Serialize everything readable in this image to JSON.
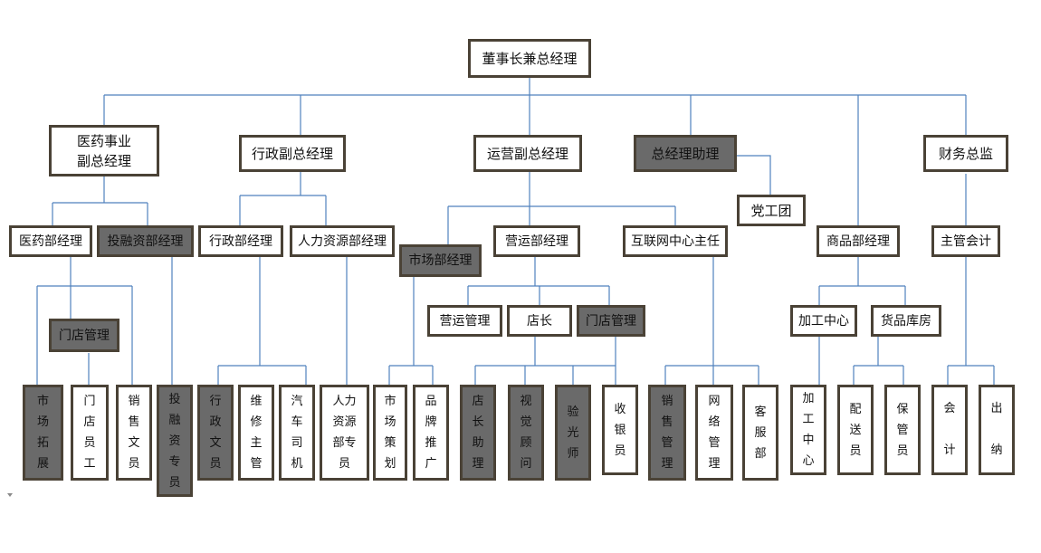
{
  "org": {
    "chairman": "董事长兼总经理",
    "vp_medicine": "医药事业\n副总经理",
    "vp_admin": "行政副总经理",
    "vp_operations": "运营副总经理",
    "assistant_gm": "总经理助理",
    "cfo": "财务总监",
    "party_league": "党工团",
    "medicine_manager": "医药部经理",
    "investment_manager": "投融资部经理",
    "admin_manager": "行政部经理",
    "hr_manager": "人力资源部经理",
    "marketing_manager": "市场部经理",
    "ops_manager": "营运部经理",
    "internet_director": "互联网中心主任",
    "goods_manager": "商品部经理",
    "chief_accountant": "主管会计",
    "store_management_a": "门店管理",
    "ops_management": "营运管理",
    "store_manager": "店长",
    "store_management_b": "门店管理",
    "processing_center_head": "加工中心",
    "goods_warehouse": "货品库房",
    "market_expansion": "市场拓展",
    "store_staff": "门店员工",
    "sales_clerk_a": "销售文员",
    "investment_specialist": "投融资专员",
    "admin_clerk": "行政文员",
    "maintenance_supervisor": "维修主管",
    "driver": "汽车司机",
    "hr_specialist": "人力资源部专员",
    "market_planning": "市场策划",
    "brand_promotion": "品牌推广",
    "store_assistant": "店长助理",
    "visual_consultant": "视觉顾问",
    "optometrist": "验光师",
    "cashier": "收银员",
    "sales_management": "销售管理",
    "network_management": "网络管理",
    "customer_service": "客服部",
    "processing_center": "加工中心",
    "delivery_staff": "配送员",
    "custodian": "保管员",
    "accountant": "会计",
    "cashier_finance": "出纳"
  },
  "colors": {
    "border": "#4a4236",
    "line": "#4f81bd",
    "highlight_fill": "#6a6a6a"
  }
}
